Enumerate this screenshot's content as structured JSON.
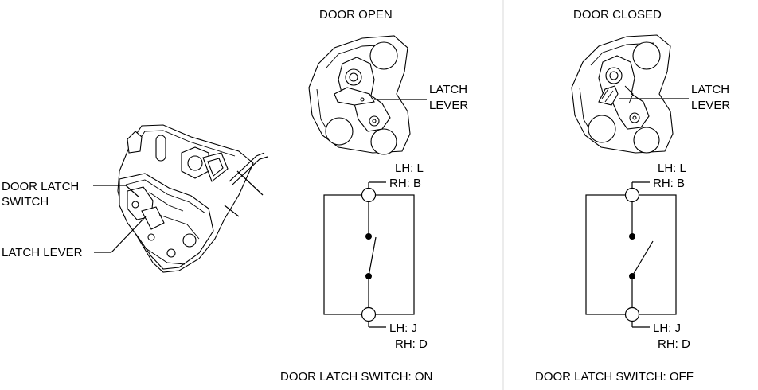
{
  "left_view": {
    "door_latch_switch_label_1": "DOOR LATCH",
    "door_latch_switch_label_2": "SWITCH",
    "latch_lever_label": "LATCH LEVER"
  },
  "door_open": {
    "title": "DOOR OPEN",
    "latch_label_1": "LATCH",
    "latch_label_2": "LEVER",
    "top_terminal_1": "LH: L",
    "top_terminal_2": "RH: B",
    "bottom_terminal_1": "LH: J",
    "bottom_terminal_2": "RH: D",
    "caption": "DOOR LATCH SWITCH: ON"
  },
  "door_closed": {
    "title": "DOOR CLOSED",
    "latch_label_1": "LATCH",
    "latch_label_2": "LEVER",
    "top_terminal_1": "LH: L",
    "top_terminal_2": "RH: B",
    "bottom_terminal_1": "LH: J",
    "bottom_terminal_2": "RH: D",
    "caption": "DOOR LATCH SWITCH: OFF"
  }
}
